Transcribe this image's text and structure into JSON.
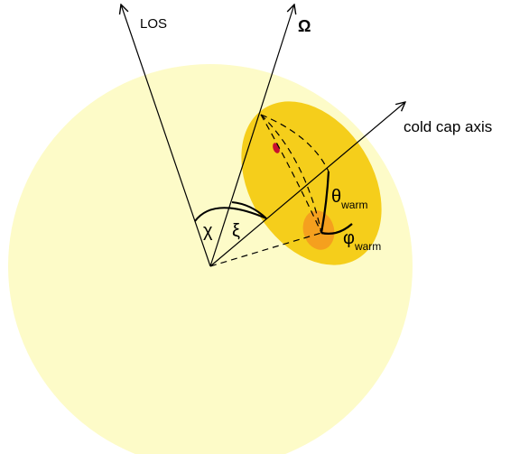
{
  "labels": {
    "los": "LOS",
    "omega": "Ω",
    "cold_cap_axis": "cold cap axis",
    "chi": "χ",
    "xi": "ξ",
    "theta": "θ",
    "theta_sub": "warm",
    "phi": "φ",
    "phi_sub": "warm"
  },
  "colors": {
    "star": "#FDFBC8",
    "cold_cap": "#F5CE1B",
    "warm_spot": "#F5A01E",
    "hot_spot": "#C8102E",
    "line": "#000000"
  }
}
